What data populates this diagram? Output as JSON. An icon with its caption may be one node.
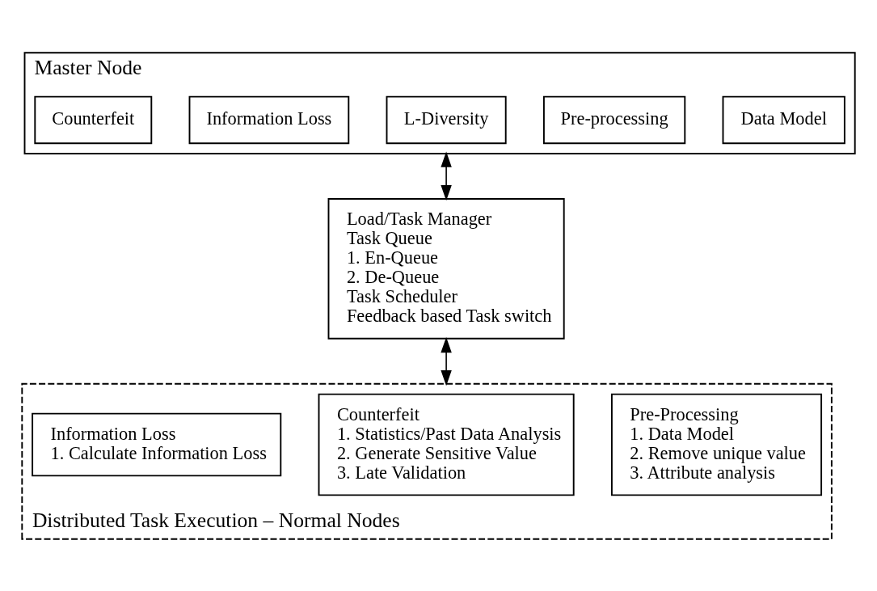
{
  "diagram": {
    "nodes": [
      {
        "text": [
          "Master Node"
        ]
      },
      {
        "text": [
          "Data Model"
        ],
        "in": 0
      },
      {
        "text": [
          "Pre-processing"
        ],
        "in": 0
      },
      {
        "text": [
          "L-Diversity"
        ],
        "in": 0
      },
      {
        "text": [
          "Information Loss"
        ],
        "in": 0
      },
      {
        "text": [
          "Counterfeit"
        ],
        "in": 0
      },
      {
        "text": [
          "Load/Task Manager",
          "Task Queue",
          "1. En-Queue",
          "2. De-Queue",
          "Task Scheduler",
          "Feedback based Task switch"
        ]
      },
      {
        "text": [
          "Distributed Task Execution – Normal Nodes"
        ]
      },
      {
        "text": [
          "Pre-Processing",
          "1. Data Model",
          "2. Remove unique value",
          "3. Attribute analysis"
        ],
        "in": 7
      },
      {
        "text": [
          "Counterfeit",
          "1. Statistics/Past Data Analysis",
          "2. Generate Sensitive Value",
          "3. Late Validation"
        ],
        "in": 7
      },
      {
        "text": [
          "Information Loss",
          "1. Calculate Information Loss"
        ],
        "in": 7
      }
    ],
    "edges": [
      {
        "from": 0,
        "to": 6,
        "arrow": "both"
      },
      {
        "from": 6,
        "to": 7,
        "arrow": "both"
      }
    ]
  }
}
